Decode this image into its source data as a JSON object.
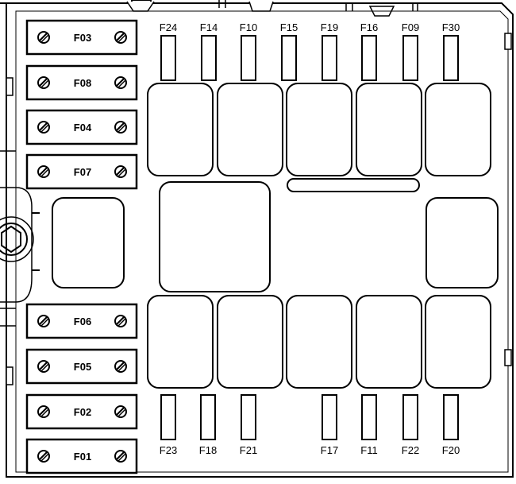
{
  "diagram": {
    "maxi_fuses_left_top": [
      "F03",
      "F08",
      "F04",
      "F07"
    ],
    "maxi_fuses_left_bottom": [
      "F06",
      "F05",
      "F02",
      "F01"
    ],
    "mini_fuses_top": [
      "F24",
      "F14",
      "F10",
      "F15",
      "F19",
      "F16",
      "F09",
      "F30"
    ],
    "mini_fuses_bottom": [
      "F23",
      "F18",
      "F21",
      "F17",
      "F11",
      "F22",
      "F20"
    ]
  }
}
